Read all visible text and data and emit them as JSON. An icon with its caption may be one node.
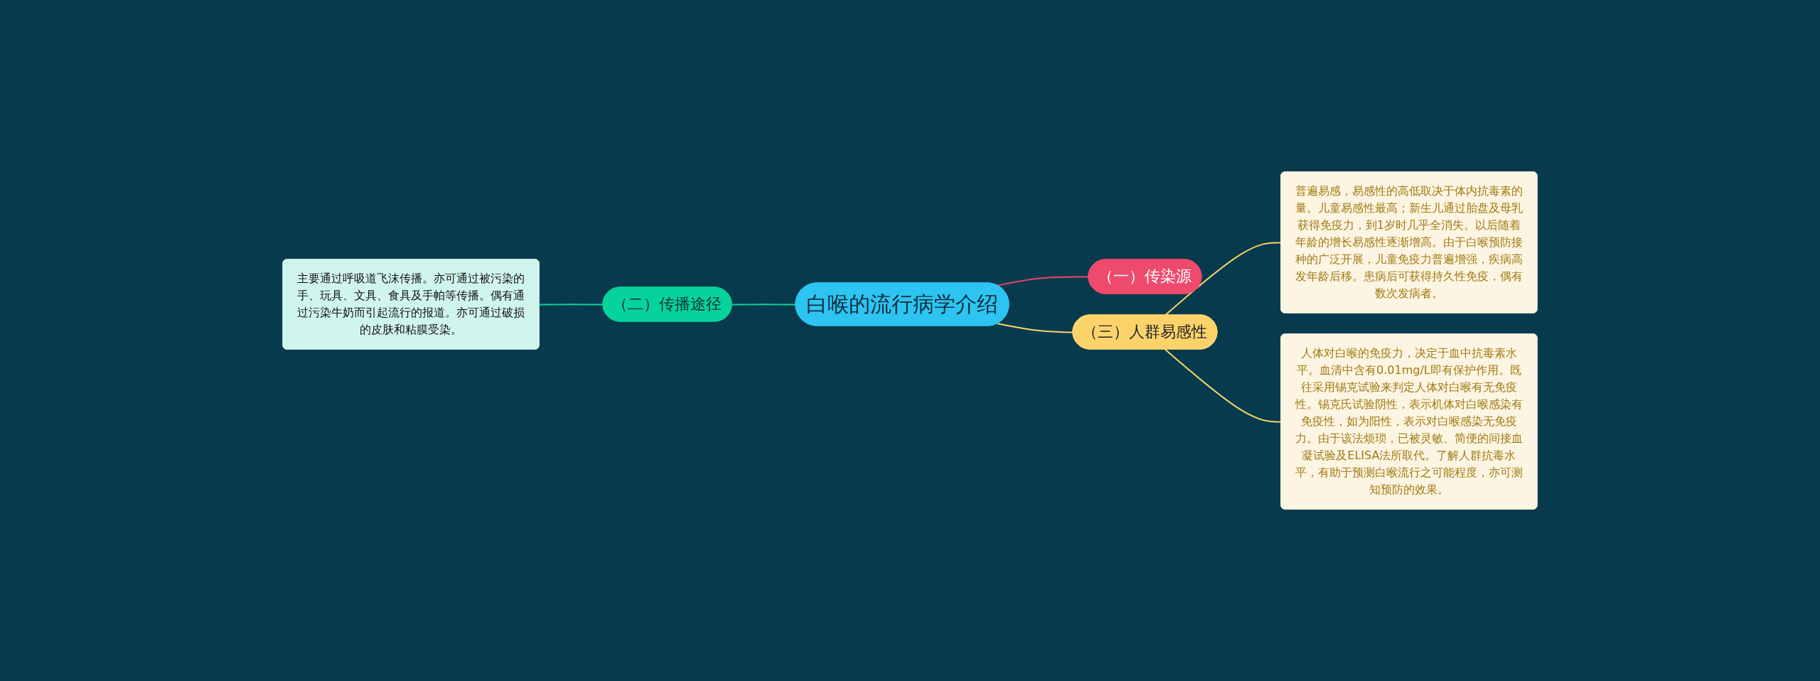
{
  "diagram": {
    "nodes": [
      {
        "text": [
          "白喉的流行病学介绍"
        ]
      },
      {
        "text": [
          "（一）传染源"
        ]
      },
      {
        "text": [
          "（二）传播途径"
        ]
      },
      {
        "text": [
          "主要通过呼吸道飞沫传播。亦可通过被污染的手、玩具、文具、食具及手帕等传播。偶有通过污染牛奶而引起流行的报道。亦可通过破损的皮肤和粘膜受染。"
        ]
      },
      {
        "text": [
          "（三）人群易感性"
        ]
      },
      {
        "text": [
          "普遍易感，易感性的高低取决于体内抗毒素的量。儿童易感性最高；新生儿通过胎盘及母乳获得免疫力，到1岁时几乎全消失。以后随着年龄的增长易感性逐渐增高。由于白喉预防接种的广泛开展，儿童免疫力普遍增强，疾病高发年龄后移。患病后可获得持久性免疫，偶有数次发病者。"
        ]
      },
      {
        "text": [
          "人体对白喉的免疫力，决定于血中抗毒素水平。血清中含有0.01mg/L即有保护作用。既往采用锡克试验来判定人体对白喉有无免疫性。锡克氏试验阴性，表示机体对白喉感染有免疫性，如为阳性，表示对白喉感染无免疫力。由于该法烦琐，已被灵敏、简便的间接血凝试验及ELISA法所取代。了解人群抗毒水平，有助于预测白喉流行之可能程度，亦可测知预防的效果。"
        ]
      }
    ],
    "edges": [
      {
        "from": 0,
        "to": 1,
        "arrow": "none",
        "color": "#e8466c"
      },
      {
        "from": 0,
        "to": 2,
        "arrow": "none",
        "color": "#0bd39b"
      },
      {
        "from": 2,
        "to": 3,
        "arrow": "none",
        "color": "#0bd39b"
      },
      {
        "from": 0,
        "to": 4,
        "arrow": "none",
        "color": "#fbd467"
      },
      {
        "from": 4,
        "to": 5,
        "arrow": "none",
        "color": "#fbd467"
      },
      {
        "from": 4,
        "to": 6,
        "arrow": "none",
        "color": "#fbd467"
      }
    ]
  }
}
